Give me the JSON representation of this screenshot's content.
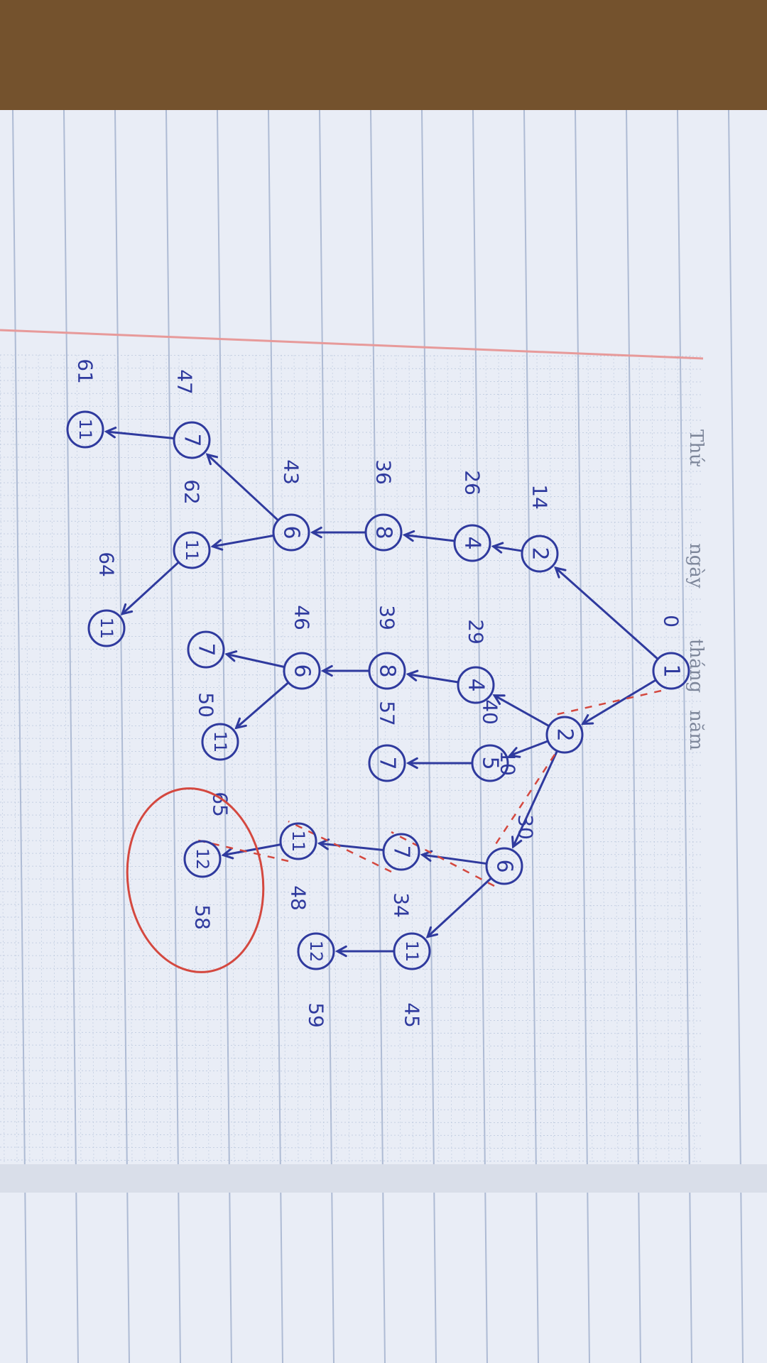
{
  "header": {
    "labels": [
      "Thứ",
      "ngày",
      "tháng",
      "năm"
    ]
  },
  "colors": {
    "ink": "#2f3a9e",
    "red_ink": "#d4483f",
    "paper": "#e9edf6",
    "grid": "#b9c6dc",
    "margin_line": "#e79a9a",
    "wood": "#6b4b2a"
  },
  "diagram": {
    "nodes": [
      {
        "id": "n1",
        "label": "1",
        "cost": "0"
      },
      {
        "id": "n2a",
        "label": "2",
        "cost": "14"
      },
      {
        "id": "n2b",
        "label": "2",
        "cost": "10"
      },
      {
        "id": "n4a",
        "label": "4",
        "cost": "26"
      },
      {
        "id": "n4b",
        "label": "4",
        "cost": "29"
      },
      {
        "id": "n5",
        "label": "5",
        "cost": "40"
      },
      {
        "id": "n6a",
        "label": "6",
        "cost": "30"
      },
      {
        "id": "n8a",
        "label": "8",
        "cost": "36"
      },
      {
        "id": "n8b",
        "label": "8",
        "cost": "39"
      },
      {
        "id": "n7a",
        "label": "7",
        "cost": "57"
      },
      {
        "id": "n7b",
        "label": "7",
        "cost": "34"
      },
      {
        "id": "n11a",
        "label": "11",
        "cost": "45"
      },
      {
        "id": "n12a",
        "label": "12",
        "cost": "59"
      },
      {
        "id": "n6b",
        "label": "6",
        "cost": "43"
      },
      {
        "id": "n6c",
        "label": "6",
        "cost": "46"
      },
      {
        "id": "n11b",
        "label": "11",
        "cost": "48"
      },
      {
        "id": "n12b",
        "label": "12",
        "cost": "58"
      },
      {
        "id": "n7c",
        "label": "7",
        "cost": "47"
      },
      {
        "id": "n11c",
        "label": "11",
        "cost": "62"
      },
      {
        "id": "n7d",
        "label": "7",
        "cost": "50"
      },
      {
        "id": "n11d",
        "label": "11",
        "cost": "65"
      },
      {
        "id": "n11e",
        "label": "11",
        "cost": "61"
      },
      {
        "id": "n11f",
        "label": "11",
        "cost": "64"
      }
    ],
    "edges": [
      [
        "n1",
        "n2a"
      ],
      [
        "n1",
        "n2b"
      ],
      [
        "n2a",
        "n4a"
      ],
      [
        "n2b",
        "n4b"
      ],
      [
        "n2b",
        "n5"
      ],
      [
        "n2b",
        "n6a"
      ],
      [
        "n4a",
        "n8a"
      ],
      [
        "n4b",
        "n8b"
      ],
      [
        "n5",
        "n7a"
      ],
      [
        "n6a",
        "n7b"
      ],
      [
        "n6a",
        "n11a"
      ],
      [
        "n11a",
        "n12a"
      ],
      [
        "n8a",
        "n6b"
      ],
      [
        "n8b",
        "n6c"
      ],
      [
        "n7b",
        "n11b"
      ],
      [
        "n11b",
        "n12b"
      ],
      [
        "n6b",
        "n7c"
      ],
      [
        "n6b",
        "n11c"
      ],
      [
        "n6c",
        "n7d"
      ],
      [
        "n6c",
        "n11d"
      ],
      [
        "n7c",
        "n11e"
      ],
      [
        "n11c",
        "n11f"
      ]
    ],
    "highlight_path": [
      "n1",
      "n2b",
      "n6a",
      "n7b",
      "n11b",
      "n12b"
    ],
    "goal_node": "n12b"
  }
}
